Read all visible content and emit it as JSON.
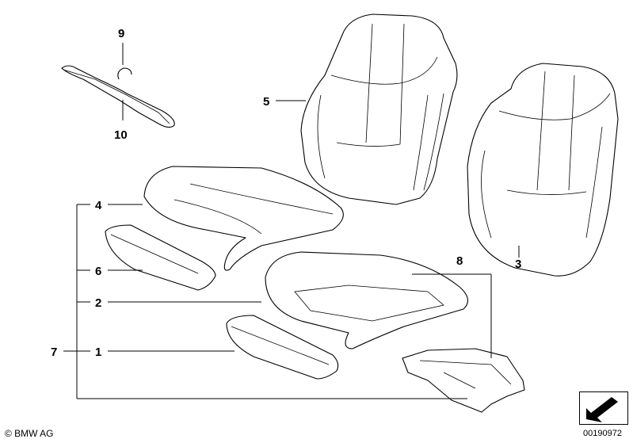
{
  "callouts": {
    "c1": "1",
    "c2": "2",
    "c3": "3",
    "c4": "4",
    "c5": "5",
    "c6": "6",
    "c7": "7",
    "c8": "8",
    "c9": "9",
    "c10": "10"
  },
  "footer": {
    "copyright": "© BMW AG",
    "diagram_number": "00190972"
  },
  "icons": {
    "nav": "arrow-down-left-icon"
  }
}
